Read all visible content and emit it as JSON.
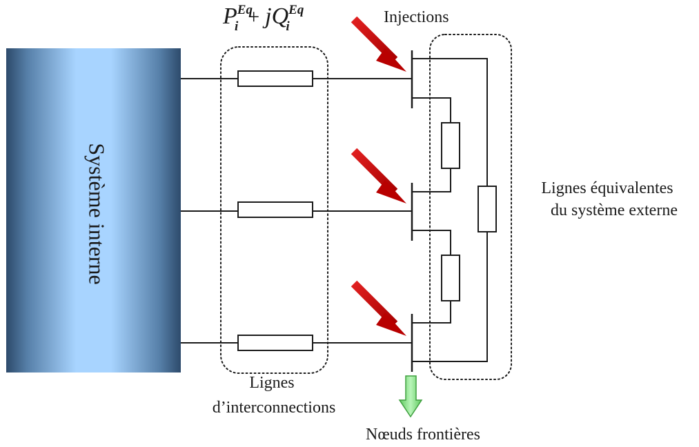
{
  "internal_system": {
    "label": "Système interne"
  },
  "formula": {
    "p": "P",
    "p_sub": "i",
    "p_sup": "Eq",
    "plus": "+",
    "jq": "jQ",
    "q_sub": "i",
    "q_sup": "Eq"
  },
  "labels": {
    "injections": "Injections",
    "interconnection_lines": [
      "Lignes",
      "d’interconnections"
    ],
    "equivalent_lines": [
      "Lignes équivalentes",
      "du système externe"
    ],
    "boundary_nodes": "Nœuds frontières"
  },
  "colors": {
    "injection_arrow": "#cc0a0a",
    "boundary_arrow": "#7fe07f",
    "boundary_arrow_edge": "#3f9f3f",
    "system_edge": "#2d4a6b",
    "system_center": "#a8d4ff"
  },
  "icons": {
    "injection_arrow": "arrow-down-right",
    "boundary_arrow": "arrow-down",
    "resistor": "rectangle-impedance"
  }
}
